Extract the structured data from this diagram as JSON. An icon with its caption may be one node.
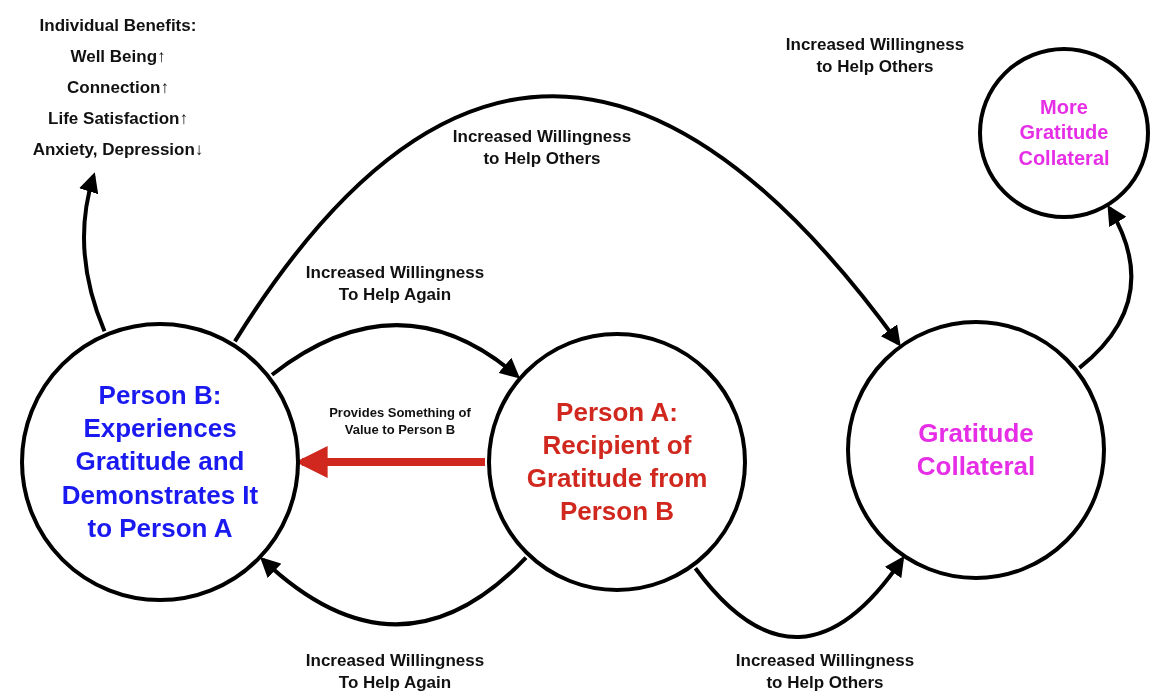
{
  "diagram": {
    "nodes": [
      {
        "text": [
          "Individual Benefits:",
          "Well Being↑",
          "Connection↑",
          "Life Satisfaction↑",
          "Anxiety, Depression↓"
        ]
      },
      {
        "text": [
          "Person B: Experiences Gratitude and Demonstrates It to Person A"
        ]
      },
      {
        "text": [
          "Person A: Recipient of Gratitude from Person B"
        ]
      },
      {
        "text": [
          "Gratitude Collateral"
        ]
      },
      {
        "text": [
          "More Gratitude Collateral"
        ]
      }
    ],
    "edges": [
      {
        "from": 1,
        "to": 0,
        "arrow": "to"
      },
      {
        "from": 1,
        "to": 3,
        "arrow": "to",
        "label": "Increased Willingness to Help Others"
      },
      {
        "from": 1,
        "to": 2,
        "arrow": "to",
        "label": "Increased Willingness To Help Again"
      },
      {
        "from": 2,
        "to": 1,
        "arrow": "to",
        "label": "Provides Something of Value to Person B",
        "style": "thick",
        "color": "#d0281e"
      },
      {
        "from": 2,
        "to": 1,
        "arrow": "to",
        "label": "Increased Willingness To Help Again"
      },
      {
        "from": 2,
        "to": 3,
        "arrow": "to",
        "label": "Increased Willingness to Help Others"
      },
      {
        "from": 3,
        "to": 4,
        "arrow": "to"
      }
    ],
    "labels": [
      "Increased Willingness to Help Others"
    ]
  }
}
